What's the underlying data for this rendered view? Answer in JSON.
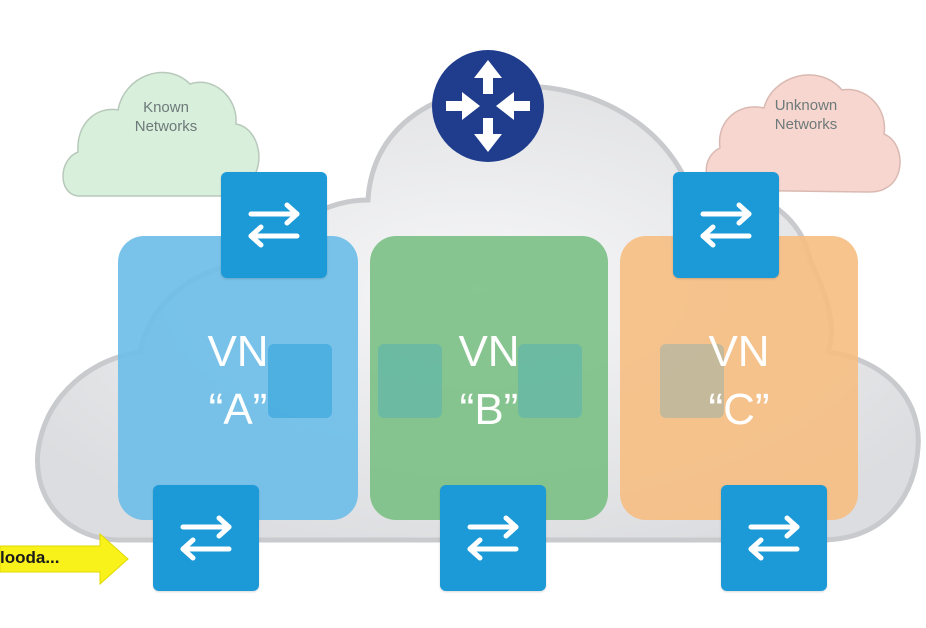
{
  "clouds": {
    "known": [
      "Known",
      "Networks"
    ],
    "unknown": [
      "Unknown",
      "Networks"
    ]
  },
  "virtual_networks": [
    {
      "label": "VN",
      "name": "“A”",
      "color": "#6ebee8"
    },
    {
      "label": "VN",
      "name": "“B”",
      "color": "#78be82"
    },
    {
      "label": "VN",
      "name": "“C”",
      "color": "#f6be82"
    }
  ],
  "callout": {
    "text": "looda..."
  },
  "colors": {
    "switch": "#1b9ad7",
    "router": "#1f3d8c",
    "fabric_cloud": "#e9eaec",
    "known_cloud": "#d8efdc",
    "unknown_cloud": "#f6d6cf",
    "callout": "#f8f21a"
  },
  "icons": {
    "router": "router-icon",
    "switch": "switch-icon",
    "callout_arrow": "arrow-right-icon"
  }
}
